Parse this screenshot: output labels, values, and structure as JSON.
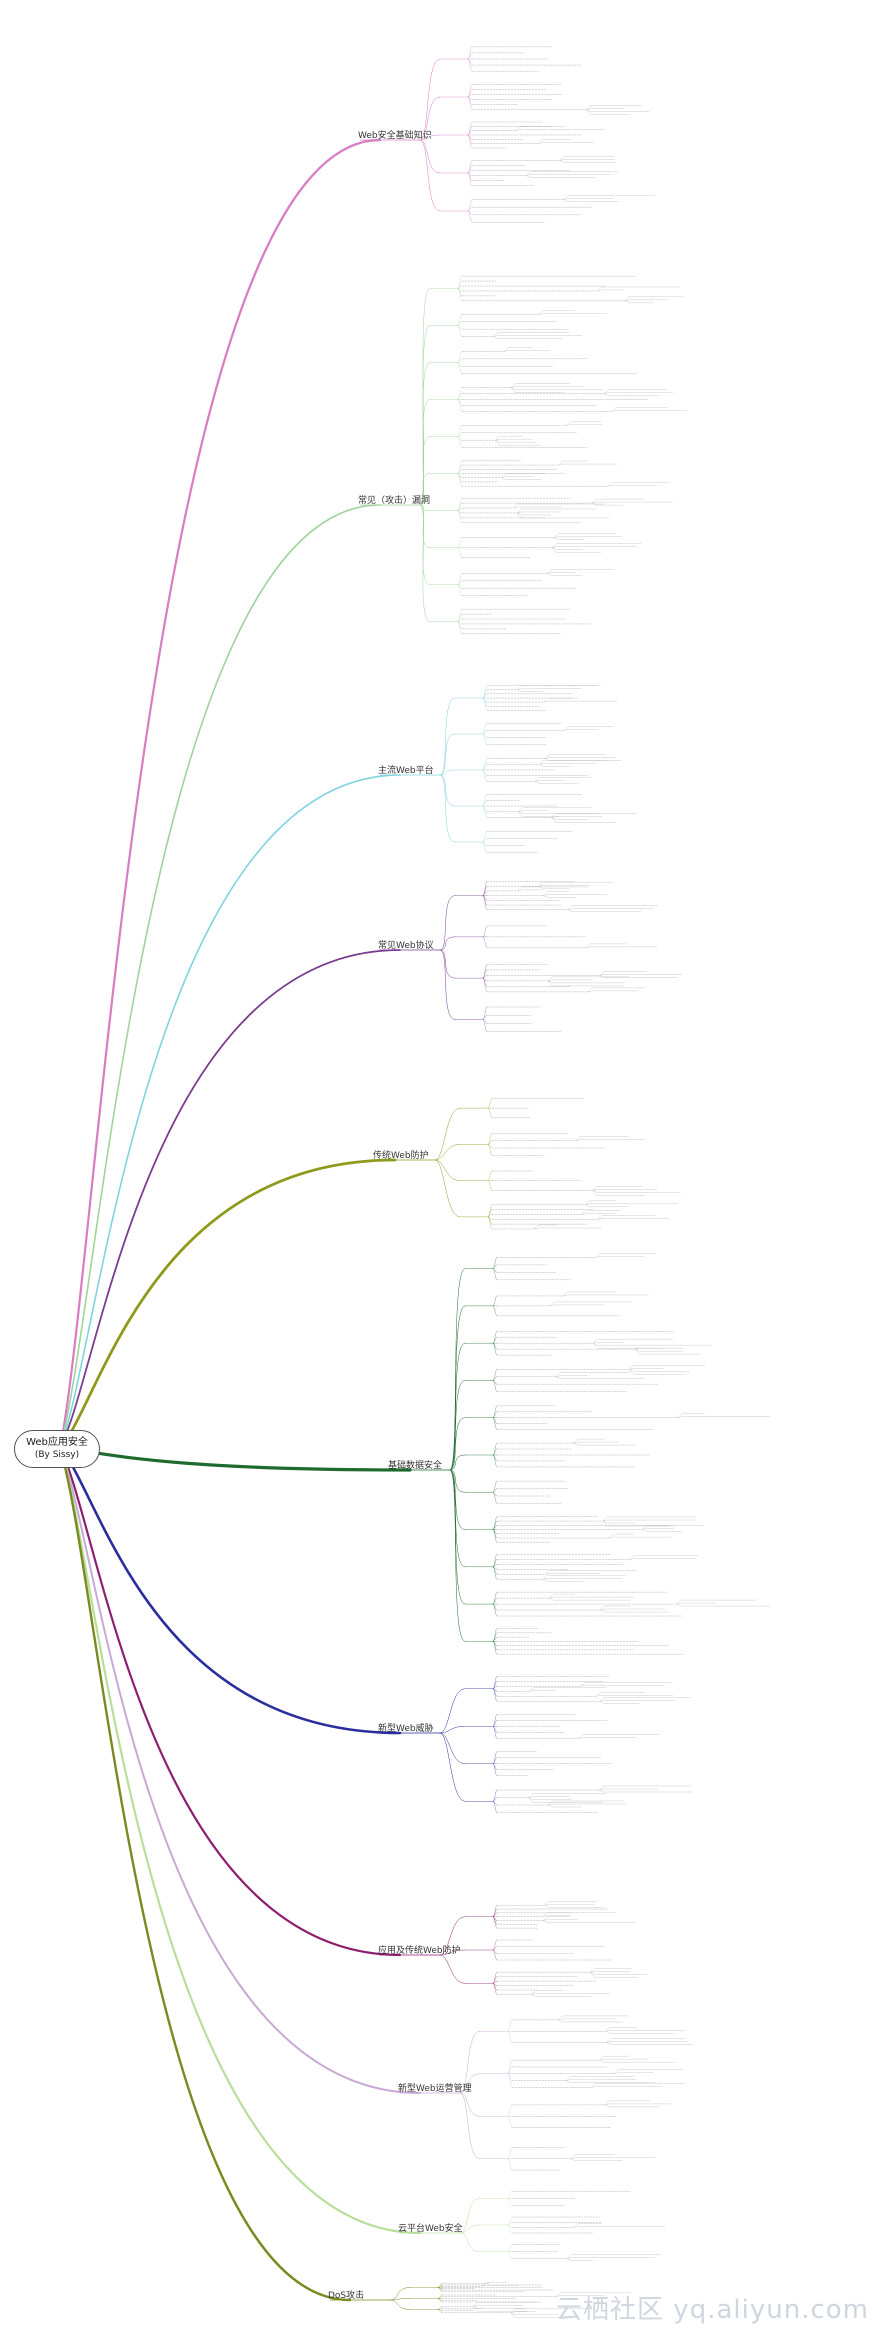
{
  "root": {
    "line1": "Web应用安全",
    "line2": "(By Sissy)"
  },
  "branches": [
    {
      "label": "Web安全基础知识",
      "color": "#d87cc4"
    },
    {
      "label": "常见（攻击）漏洞",
      "color": "#9fd49b"
    },
    {
      "label": "主流Web平台",
      "color": "#7fd3e0"
    },
    {
      "label": "常见Web协议",
      "color": "#7b3d8f"
    },
    {
      "label": "传统Web防护",
      "color": "#8f9a1c"
    },
    {
      "label": "基础数据安全",
      "color": "#1e6a2f"
    },
    {
      "label": "新型Web威胁",
      "color": "#2a2e9c"
    },
    {
      "label": "应用及传统Web防护",
      "color": "#8d1f6e"
    },
    {
      "label": "新型Web运营管理",
      "color": "#c8a9d6"
    },
    {
      "label": "云平台Web安全",
      "color": "#b7df9a"
    },
    {
      "label": "DoS攻击",
      "color": "#7a8a22"
    }
  ],
  "watermark": "云栖社区 yq.aliyun.com"
}
